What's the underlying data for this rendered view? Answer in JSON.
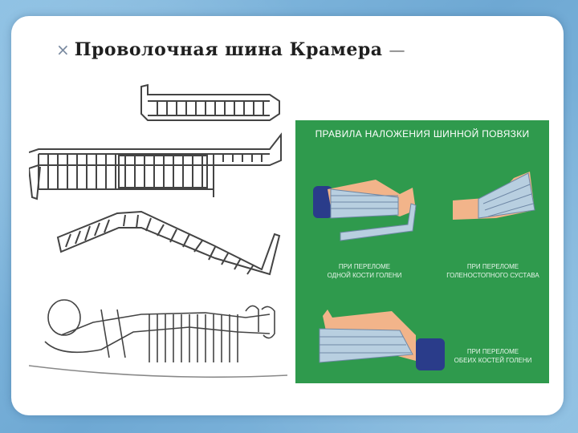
{
  "slide": {
    "bullet_icon": "x-mark-icon",
    "title": "Проволочная шина Крамера",
    "dash": "—"
  },
  "panel": {
    "title": "ПРАВИЛА НАЛОЖЕНИЯ ШИННОЙ ПОВЯЗКИ",
    "background": "#2f9a4d",
    "captions": {
      "one_bone": "ПРИ ПЕРЕЛОМЕ\nОДНОЙ КОСТИ ГОЛЕНИ",
      "ankle": "ПРИ ПЕРЕЛОМЕ\nГОЛЕНОСТОПНОГО СУСТАВА",
      "both_bones": "ПРИ ПЕРЕЛОМЕ\nОБЕИХ КОСТЕЙ ГОЛЕНИ"
    }
  }
}
